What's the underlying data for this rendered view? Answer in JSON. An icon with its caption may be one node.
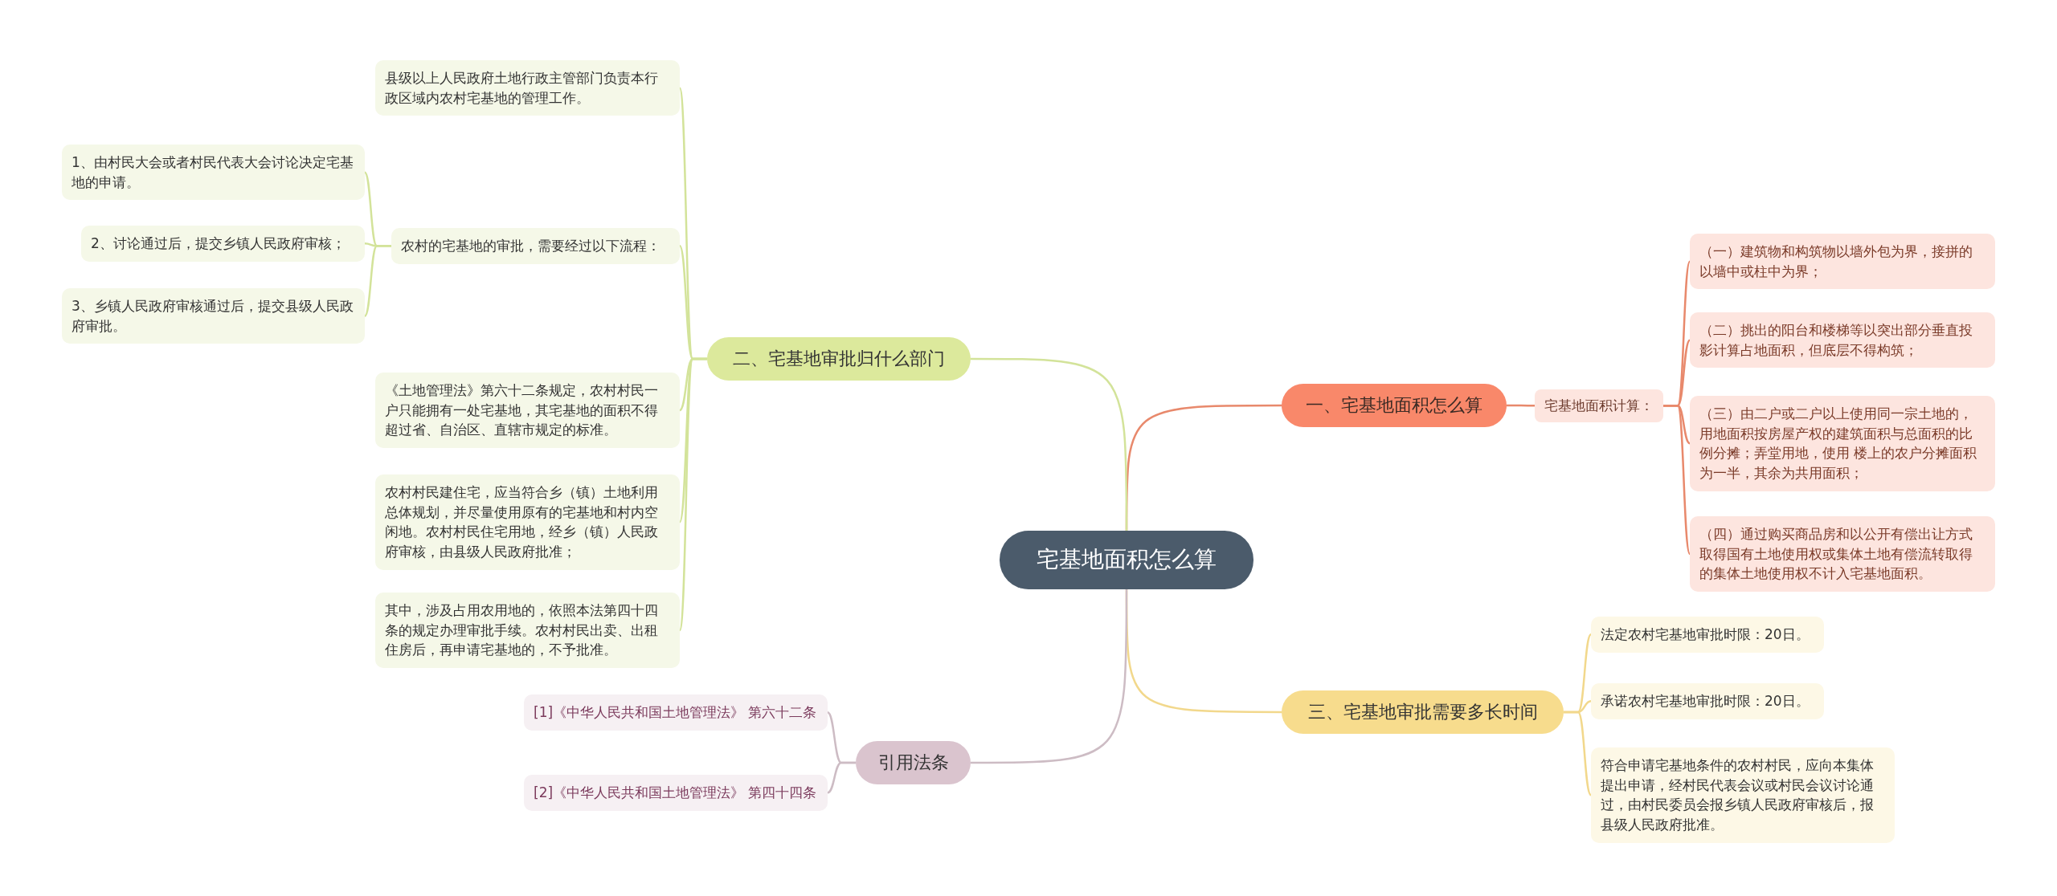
{
  "diagram": {
    "nodes": [
      {
        "text": [
          "宅基地面积怎么算"
        ]
      },
      {
        "text": [
          "一、宅基地面积怎么算"
        ]
      },
      {
        "text": [
          "宅基地面积计算："
        ]
      },
      {
        "text": [
          "（一）建筑物和构筑物以墙外包为界，接拼的以墙中或柱中为界；"
        ]
      },
      {
        "text": [
          "（二）挑出的阳台和楼梯等以突出部分垂直投影计算占地面积，但底层不得构筑；"
        ]
      },
      {
        "text": [
          "（三）由二户或二户以上使用同一宗土地的，用地面积按房屋产权的建筑面积与总面积的比例分摊；弄堂用地，使用 楼上的农户分摊面积为一半，其余为共用面积；"
        ]
      },
      {
        "text": [
          "（四）通过购买商品房和以公开有偿出让方式取得国有土地使用权或集体土地有偿流转取得的集体土地使用权不计入宅基地面积。"
        ]
      },
      {
        "text": [
          "三、宅基地审批需要多长时间"
        ]
      },
      {
        "text": [
          "法定农村宅基地审批时限：20日。"
        ]
      },
      {
        "text": [
          "承诺农村宅基地审批时限：20日。"
        ]
      },
      {
        "text": [
          "符合申请宅基地条件的农村村民，应向本集体提出申请，经村民代表会议或村民会议讨论通过，由村民委员会报乡镇人民政府审核后，报县级人民政府批准。"
        ]
      },
      {
        "text": [
          "二、宅基地审批归什么部门"
        ]
      },
      {
        "text": [
          "县级以上人民政府土地行政主管部门负责本行政区域内农村宅基地的管理工作。"
        ]
      },
      {
        "text": [
          "农村的宅基地的审批，需要经过以下流程："
        ]
      },
      {
        "text": [
          "1、由村民大会或者村民代表大会讨论决定宅基地的申请。"
        ]
      },
      {
        "text": [
          "2、讨论通过后，提交乡镇人民政府审核；"
        ]
      },
      {
        "text": [
          "3、乡镇人民政府审核通过后，提交县级人民政府审批。"
        ]
      },
      {
        "text": [
          "《土地管理法》第六十二条规定，农村村民一户只能拥有一处宅基地，其宅基地的面积不得超过省、自治区、直辖市规定的标准。"
        ]
      },
      {
        "text": [
          "农村村民建住宅，应当符合乡（镇）土地利用总体规划，并尽量使用原有的宅基地和村内空闲地。农村村民住宅用地，经乡（镇）人民政府审核，由县级人民政府批准；"
        ]
      },
      {
        "text": [
          "其中，涉及占用农用地的，依照本法第四十四条的规定办理审批手续。农村村民出卖、出租住房后，再申请宅基地的，不予批准。"
        ]
      },
      {
        "text": [
          "引用法条"
        ]
      },
      {
        "text": [
          "[1]《中华人民共和国土地管理法》 第六十二条"
        ]
      },
      {
        "text": [
          "[2]《中华人民共和国土地管理法》 第四十四条"
        ]
      }
    ],
    "edges": [
      {
        "from": 0,
        "to": 1,
        "arrow": "none",
        "color": "#e8896c"
      },
      {
        "from": 1,
        "to": 2,
        "arrow": "none",
        "color": "#e8896c"
      },
      {
        "from": 2,
        "to": 3,
        "arrow": "none",
        "color": "#e8896c"
      },
      {
        "from": 2,
        "to": 4,
        "arrow": "none",
        "color": "#e8896c"
      },
      {
        "from": 2,
        "to": 5,
        "arrow": "none",
        "color": "#e8896c"
      },
      {
        "from": 2,
        "to": 6,
        "arrow": "none",
        "color": "#e8896c"
      },
      {
        "from": 0,
        "to": 7,
        "arrow": "none",
        "color": "#f2d88c"
      },
      {
        "from": 7,
        "to": 8,
        "arrow": "none",
        "color": "#f2d88c"
      },
      {
        "from": 7,
        "to": 9,
        "arrow": "none",
        "color": "#f2d88c"
      },
      {
        "from": 7,
        "to": 10,
        "arrow": "none",
        "color": "#f2d88c"
      },
      {
        "from": 0,
        "to": 11,
        "arrow": "none",
        "color": "#d3e39a"
      },
      {
        "from": 11,
        "to": 12,
        "arrow": "none",
        "color": "#d3e39a"
      },
      {
        "from": 11,
        "to": 13,
        "arrow": "none",
        "color": "#d3e39a"
      },
      {
        "from": 13,
        "to": 14,
        "arrow": "none",
        "color": "#d3e39a"
      },
      {
        "from": 13,
        "to": 15,
        "arrow": "none",
        "color": "#d3e39a"
      },
      {
        "from": 13,
        "to": 16,
        "arrow": "none",
        "color": "#d3e39a"
      },
      {
        "from": 11,
        "to": 17,
        "arrow": "none",
        "color": "#d3e39a"
      },
      {
        "from": 11,
        "to": 18,
        "arrow": "none",
        "color": "#d3e39a"
      },
      {
        "from": 11,
        "to": 19,
        "arrow": "none",
        "color": "#d3e39a"
      },
      {
        "from": 0,
        "to": 20,
        "arrow": "none",
        "color": "#cdbcc4"
      },
      {
        "from": 20,
        "to": 21,
        "arrow": "none",
        "color": "#cdbcc4"
      },
      {
        "from": 20,
        "to": 22,
        "arrow": "none",
        "color": "#cdbcc4"
      }
    ]
  }
}
